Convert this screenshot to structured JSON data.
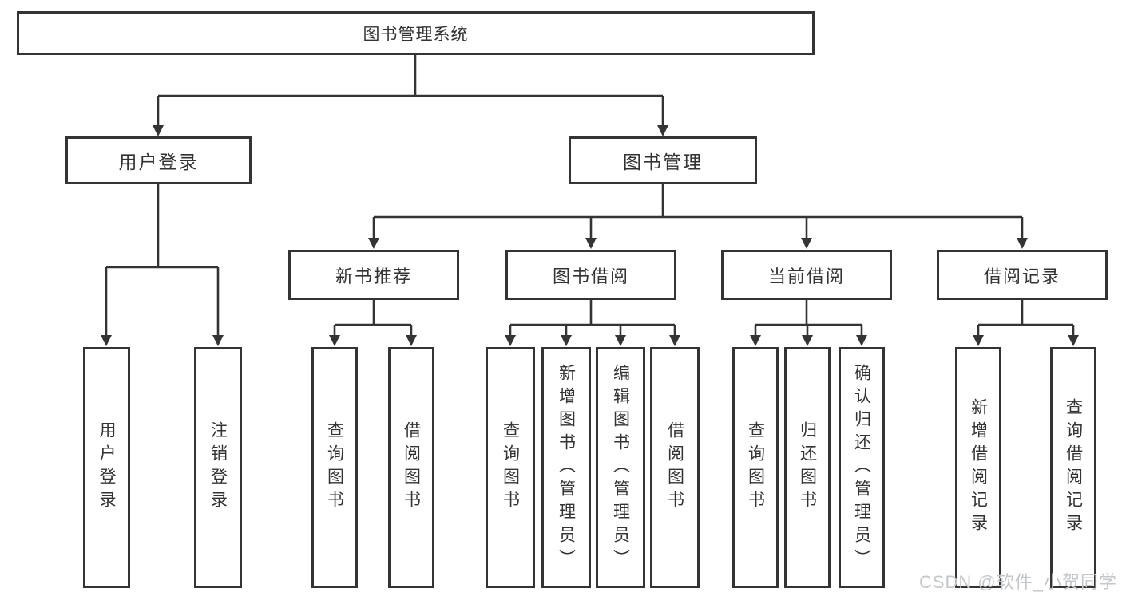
{
  "nodes": {
    "root": "图书管理系统",
    "user_login_branch": "用户登录",
    "book_mgmt_branch": "图书管理",
    "new_book_rec": "新书推荐",
    "book_borrow": "图书借阅",
    "current_borrow": "当前借阅",
    "borrow_record": "借阅记录"
  },
  "leaves": {
    "user_login": [
      "用户登录",
      "注销登录"
    ],
    "new_book_rec": [
      "查询图书",
      "借阅图书"
    ],
    "book_borrow": [
      "查询图书",
      "新增图书（管理员）",
      "编辑图书（管理员）",
      "借阅图书"
    ],
    "current_borrow": [
      "查询图书",
      "归还图书",
      "确认归还（管理员）"
    ],
    "borrow_record": [
      "新增借阅记录",
      "查询借阅记录"
    ]
  },
  "watermark": "CSDN @软件_小贺同学",
  "colors": {
    "line": "#343434",
    "text": "#333333",
    "box_background": "#ffffff",
    "watermark_text": "#c4c7ca",
    "page_background": "#ffffff"
  }
}
